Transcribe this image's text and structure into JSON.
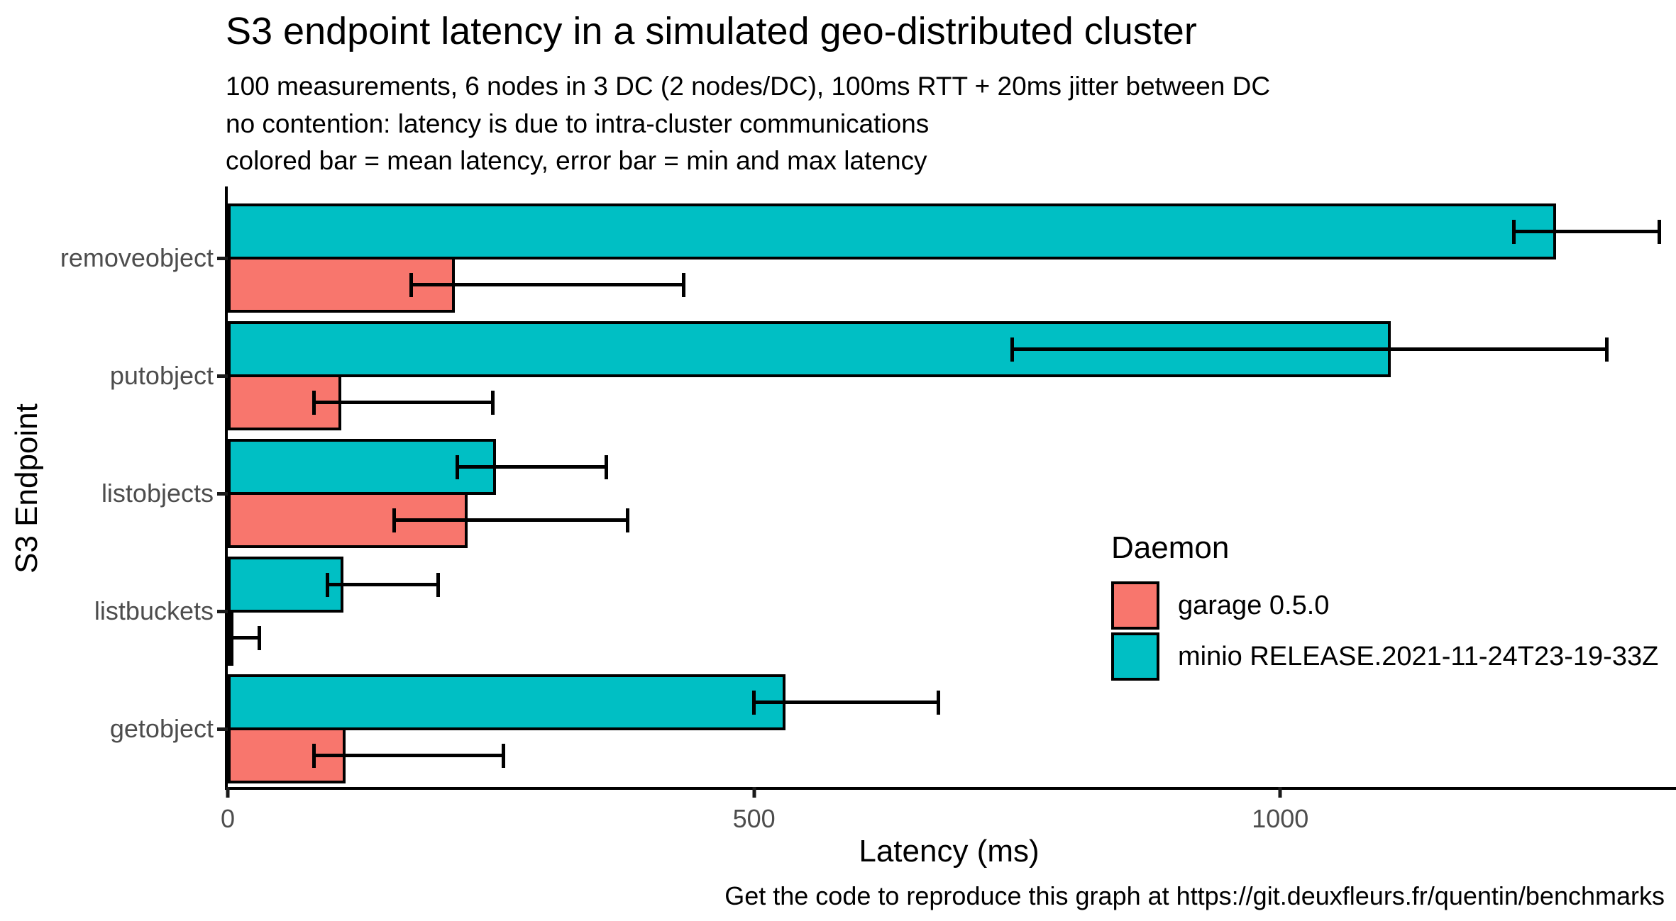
{
  "title": "S3 endpoint latency in a simulated geo-distributed cluster",
  "subtitle_lines": [
    "100 measurements, 6 nodes in 3 DC (2 nodes/DC), 100ms RTT + 20ms jitter between DC",
    "no contention: latency is due to intra-cluster communications",
    "colored bar = mean latency, error bar = min and max latency"
  ],
  "caption": "Get the code to reproduce this graph at https://git.deuxfleurs.fr/quentin/benchmarks",
  "chart_data": {
    "type": "bar",
    "orientation": "horizontal",
    "title": "S3 endpoint latency in a simulated geo-distributed cluster",
    "xlabel": "Latency (ms)",
    "ylabel": "S3 Endpoint",
    "xlim": [
      0,
      1376
    ],
    "x_ticks": [
      0,
      500,
      1000
    ],
    "grid": false,
    "bar_meaning": "colored bar = mean latency, error bar = min and max latency",
    "categories": [
      "removeobject",
      "putobject",
      "listobjects",
      "listbuckets",
      "getobject"
    ],
    "series": [
      {
        "name": "minio RELEASE.2021-11-24T23-19-33Z",
        "color": "#00BFC4",
        "mean": [
          1262,
          1105,
          255,
          110,
          530
        ],
        "min": [
          1222,
          745,
          218,
          95,
          500
        ],
        "max": [
          1360,
          1310,
          360,
          200,
          675
        ]
      },
      {
        "name": "garage 0.5.0",
        "color": "#F8766D",
        "mean": [
          216,
          108,
          228,
          3,
          112
        ],
        "min": [
          174,
          82,
          158,
          1,
          82
        ],
        "max": [
          433,
          252,
          380,
          30,
          262
        ]
      }
    ],
    "legend": {
      "title": "Daemon",
      "position": "inside-right",
      "entries": [
        {
          "label": "garage 0.5.0",
          "color": "#F8766D"
        },
        {
          "label": "minio RELEASE.2021-11-24T23-19-33Z",
          "color": "#00BFC4"
        }
      ]
    }
  }
}
